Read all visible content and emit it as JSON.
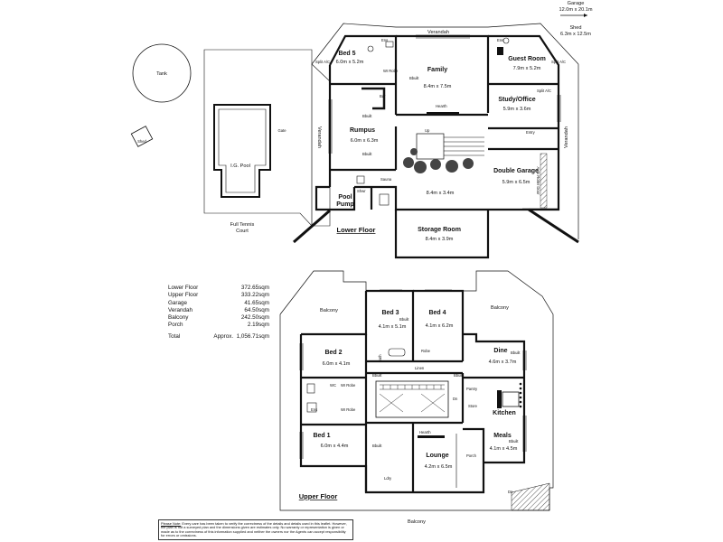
{
  "top_notes": {
    "garage_line1": "Garage",
    "garage_line2": "12.0m x 20.1m",
    "shed_line1": "Shed",
    "shed_line2": "6.3m x 12.5m"
  },
  "site": {
    "tank": "Tank",
    "pool": "I.G. Pool",
    "gate": "Gate",
    "shed": "Shed",
    "tennis_line1": "Full Tennis",
    "tennis_line2": "Court"
  },
  "lower_floor": {
    "title": "Lower Floor",
    "verandah_top": "Verandah",
    "verandah_left": "Verandah",
    "verandah_right": "Verandah",
    "bed5": {
      "name": "Bed 5",
      "dim": "6.0m x 5.2m"
    },
    "family": {
      "name": "Family",
      "dim": "8.4m x 7.5m"
    },
    "guest": {
      "name": "Guest Room",
      "dim": "7.9m x 5.2m"
    },
    "study": {
      "name": "Study/Office",
      "dim": "5.9m x 3.6m"
    },
    "rumpus": {
      "name": "Rumpus",
      "dim": "6.0m x 6.3m"
    },
    "double_garage": {
      "name": "Double Garage",
      "dim": "5.9m x 6.5m"
    },
    "hall_dim": "8.4m x 3.4m",
    "storage": {
      "name": "Storage Room",
      "dim": "8.4m x 3.9m"
    },
    "pool_pump_line1": "Pool",
    "pool_pump_line2": "Pump",
    "small": {
      "ens": "Ens",
      "split_ac": "Split A/C",
      "wir": "WI Robe",
      "bar": "Bar",
      "built": "Bbuilt",
      "hearth": "Hearth",
      "entry": "Entry",
      "sauna": "Sauna",
      "shwr": "Shwr",
      "up": "Up",
      "auto_roller_door": "Auto Roller Door"
    }
  },
  "areas": [
    {
      "label": "Lower Floor",
      "approx": "",
      "value": "372.65sqm"
    },
    {
      "label": "Upper Floor",
      "approx": "",
      "value": "333.22sqm"
    },
    {
      "label": "Garage",
      "approx": "",
      "value": "41.65sqm"
    },
    {
      "label": "Verandah",
      "approx": "",
      "value": "64.50sqm"
    },
    {
      "label": "Balcony",
      "approx": "",
      "value": "242.50sqm"
    },
    {
      "label": "Porch",
      "approx": "",
      "value": "2.19sqm"
    }
  ],
  "total": {
    "label": "Total",
    "approx": "Approx.",
    "value": "1,056.71sqm"
  },
  "upper_floor": {
    "title": "Upper Floor",
    "balcony_left": "Balcony",
    "balcony_right": "Balcony",
    "balcony_bottom": "Balcony",
    "bed2": {
      "name": "Bed 2",
      "dim": "6.0m x 4.1m"
    },
    "bed3": {
      "name": "Bed 3",
      "dim": "4.1m x 5.1m"
    },
    "bed4": {
      "name": "Bed 4",
      "dim": "4.1m x 6.2m"
    },
    "dine": {
      "name": "Dine",
      "dim": "4.6m x 3.7m"
    },
    "kitchen": "Kitchen",
    "meals": {
      "name": "Meals",
      "dim": "4.1m x 4.5m"
    },
    "bed1": {
      "name": "Bed 1",
      "dim": "6.0m x 4.4m"
    },
    "lounge": {
      "name": "Lounge",
      "dim": "4.2m x 6.5m"
    },
    "small": {
      "bath": "Bath",
      "robe": "Robe",
      "linen": "Linen",
      "pantry": "Pantry",
      "store": "Store",
      "ldry": "Ldry",
      "porch": "Porch",
      "dn": "Dn",
      "wc": "WC",
      "wi_robe": "WI Robe",
      "ens": "Ens",
      "built": "Bbuilt",
      "hearth": "Hearth"
    }
  },
  "disclaimer": {
    "heading": "Please Note:",
    "text": "Every care has been taken to verify the correctness of the details and details used in this leaflet. However, the plan is not a surveyed plan and the dimensions given are estimates only. No warranty or representation is given or made as to the correctness of this information supplied and neither the owners nor the Agents can accept responsibility for errors or omissions."
  }
}
